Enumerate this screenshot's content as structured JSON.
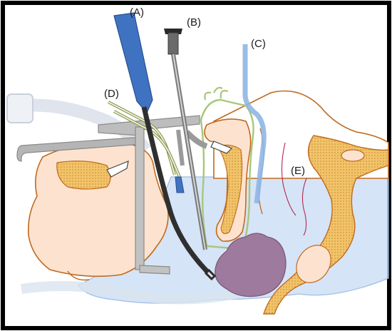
{
  "labels": {
    "a": "(A)",
    "b": "(B)",
    "c": "(C)",
    "d": "(D)",
    "e": "(E)"
  },
  "colors": {
    "frame": "#000000",
    "skin_fill": "#fde3cf",
    "skin_outline": "#c06a1e",
    "bone_fill": "#f2c46a",
    "fluid": "#cfe0f7",
    "fluid_edge": "#9bbbe6",
    "endoscope_a": "#3f73c2",
    "scope_b": "#555555",
    "tube_c": "#8fb6e6",
    "drain_d": "#7d8a3a",
    "green_outline": "#a7c77a",
    "gray_retractor": "#9a9a9a",
    "tumor": "#9e7a9e"
  }
}
